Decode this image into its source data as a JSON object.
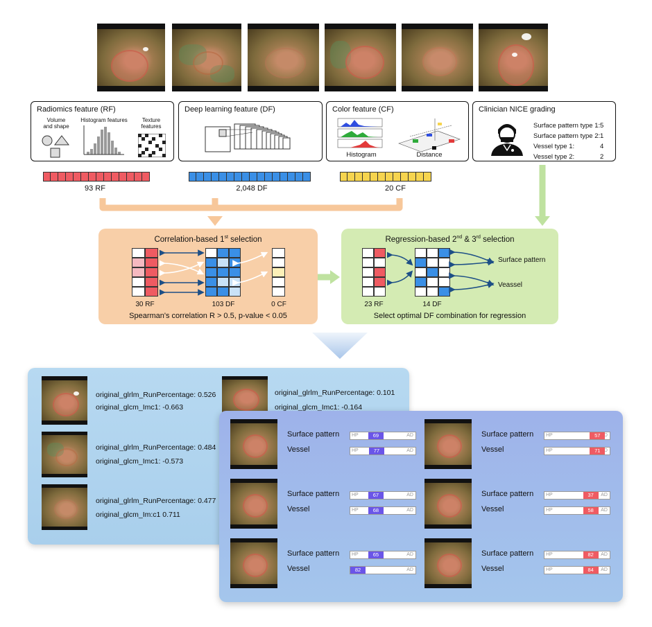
{
  "rf_box": {
    "title": "Radiomics feature (RF)",
    "volume_label": "Volume\nand shape",
    "histogram_label": "Histogram features",
    "texture_label": "Texture\nfeatures"
  },
  "df_box": {
    "title": "Deep learning feature (DF)"
  },
  "cf_box": {
    "title": "Color feature (CF)",
    "histogram_label": "Histogram",
    "distance_label": "Distance"
  },
  "nice_box": {
    "title": "Clinician NICE grading",
    "rows": [
      {
        "label": "Surface pattern type 1:",
        "value": "5"
      },
      {
        "label": "Surface pattern type 2:",
        "value": "1"
      },
      {
        "label": "Vessel type 1:",
        "value": "4"
      },
      {
        "label": "Vessel type 2:",
        "value": "2"
      }
    ]
  },
  "counts": {
    "rf": "93 RF",
    "df": "2,048 DF",
    "cf": "20 CF"
  },
  "colors": {
    "rf": "#ef5b62",
    "df": "#3a8fe6",
    "cf": "#f6d44e",
    "orange_panel": "#f8cfa8",
    "green_panel": "#d4ebb3",
    "bar_blue": "#6a55e8",
    "bar_red": "#ef5b62"
  },
  "first_selection": {
    "title_prefix": "Correlation-based 1",
    "title_sup": "st",
    "title_suffix": " selection",
    "rf_label": "30 RF",
    "df_label": "103 DF",
    "cf_label": "0 CF",
    "footer": "Spearman's correlation R > 0.5, p-value < 0.05"
  },
  "second_selection": {
    "title_a": "Regression-based 2",
    "sup_a": "nd",
    "title_b": " & 3",
    "sup_b": "rd",
    "title_c": " selection",
    "rf_label": "23 RF",
    "df_label": "14 DF",
    "surface_label": "Surface pattern",
    "vessel_label": "Veassel",
    "footer": "Select optimal DF combination for regression"
  },
  "radiomics_results": [
    {
      "f1": "original_glrlm_RunPercentage: 0.526",
      "f2": "original_glcm_Imc1: -0.663"
    },
    {
      "f1": "original_glrlm_RunPercentage: 0.101",
      "f2": "original_glcm_Imc1: -0.164"
    },
    {
      "f1": "original_glrlm_RunPercentage: 0.484",
      "f2": "original_glcm_Imc1: -0.573"
    },
    {
      "f1": "original_glrlm_RunPercentage: 0.477",
      "f2": "original_glcm_Im:c1 0.711"
    }
  ],
  "predictions": {
    "hp": "HP",
    "ad": "AD",
    "surface_label": "Surface pattern",
    "vessel_label": "Vessel",
    "cases": [
      {
        "surface": "69",
        "vessel": "77",
        "surface_frac": 0.27,
        "vessel_frac": 0.28,
        "surface_color": "#6a55e8",
        "vessel_color": "#6a55e8"
      },
      {
        "surface": "57",
        "vessel": "71",
        "surface_frac": 0.68,
        "vessel_frac": 0.68,
        "surface_color": "#ef5b62",
        "vessel_color": "#ef5b62"
      },
      {
        "surface": "67",
        "vessel": "68",
        "surface_frac": 0.27,
        "vessel_frac": 0.27,
        "surface_color": "#6a55e8",
        "vessel_color": "#6a55e8"
      },
      {
        "surface": "37",
        "vessel": "58",
        "surface_frac": 0.58,
        "vessel_frac": 0.58,
        "surface_color": "#ef5b62",
        "vessel_color": "#ef5b62"
      },
      {
        "surface": "65",
        "vessel": "82",
        "surface_frac": 0.27,
        "vessel_frac": 0.0,
        "surface_color": "#6a55e8",
        "vessel_color": "#6a55e8"
      },
      {
        "surface": "82",
        "vessel": "84",
        "surface_frac": 0.58,
        "vessel_frac": 0.58,
        "surface_color": "#ef5b62",
        "vessel_color": "#ef5b62"
      }
    ]
  }
}
